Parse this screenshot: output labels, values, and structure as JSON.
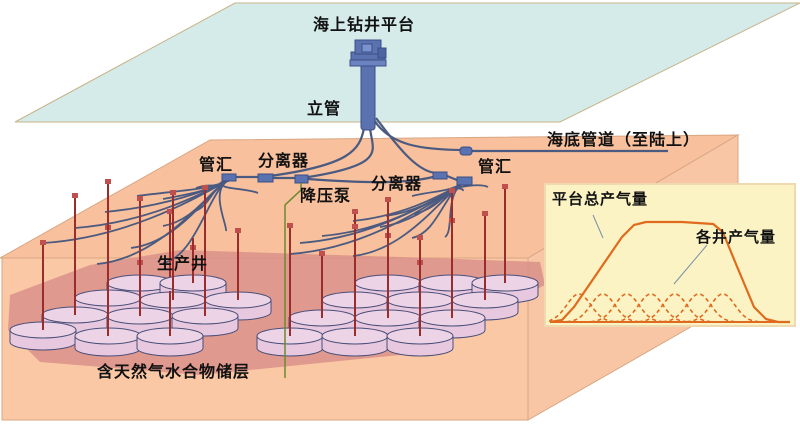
{
  "diagram": {
    "title": "海上钻井平台",
    "labels": {
      "platform": "海上钻井平台",
      "riser": "立管",
      "subsea_pipeline": "海底管道（至陆上）",
      "manifold_left": "管汇",
      "manifold_right": "管汇",
      "separator_left": "分离器",
      "separator_right": "分离器",
      "booster_pump": "降压泵",
      "production_wells": "生产井",
      "reservoir": "含天然气水合物储层"
    },
    "colors": {
      "sea_surface": "#d5ebe9",
      "seabed": "#f9c5a2",
      "reservoir": "#d99189",
      "pipe": "#4a5a80",
      "equipment": "#5a72b0",
      "well": "#9b2c2c",
      "well_head": "#c0504d",
      "pump_line": "#6b8a2a",
      "hydrate_disk": "#ecd3e6",
      "inset_bg": "#fbf3c3",
      "inset_curve": "#e06a1e"
    }
  },
  "chart_data": {
    "type": "line",
    "title": "",
    "xlabel": "",
    "ylabel": "",
    "axes_labeled": false,
    "annotations": [
      "平台总产气量",
      "各井产气量"
    ],
    "series": [
      {
        "name": "平台总产气量",
        "style": "solid",
        "x": [
          0,
          0.05,
          0.1,
          0.2,
          0.3,
          0.35,
          0.4,
          0.55,
          0.68,
          0.72,
          0.78,
          0.85,
          0.9,
          0.95,
          1.0
        ],
        "y": [
          0,
          0.02,
          0.15,
          0.5,
          0.85,
          0.97,
          1.0,
          1.0,
          0.98,
          0.9,
          0.55,
          0.15,
          0.03,
          0.0,
          0.0
        ]
      },
      {
        "name": "各井产气量",
        "style": "dashed",
        "peaks_x": [
          0.12,
          0.22,
          0.32,
          0.42,
          0.52,
          0.62,
          0.72
        ],
        "peak_y": 0.28,
        "width": 0.09
      }
    ]
  }
}
